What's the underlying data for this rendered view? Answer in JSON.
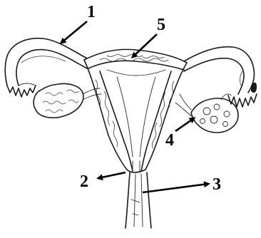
{
  "labels": {
    "label_1": "1",
    "label_2": "2",
    "label_3": "3",
    "label_4": "4",
    "label_5": "5"
  },
  "colors": {
    "ink": "#000000",
    "background": "#ffffff"
  }
}
